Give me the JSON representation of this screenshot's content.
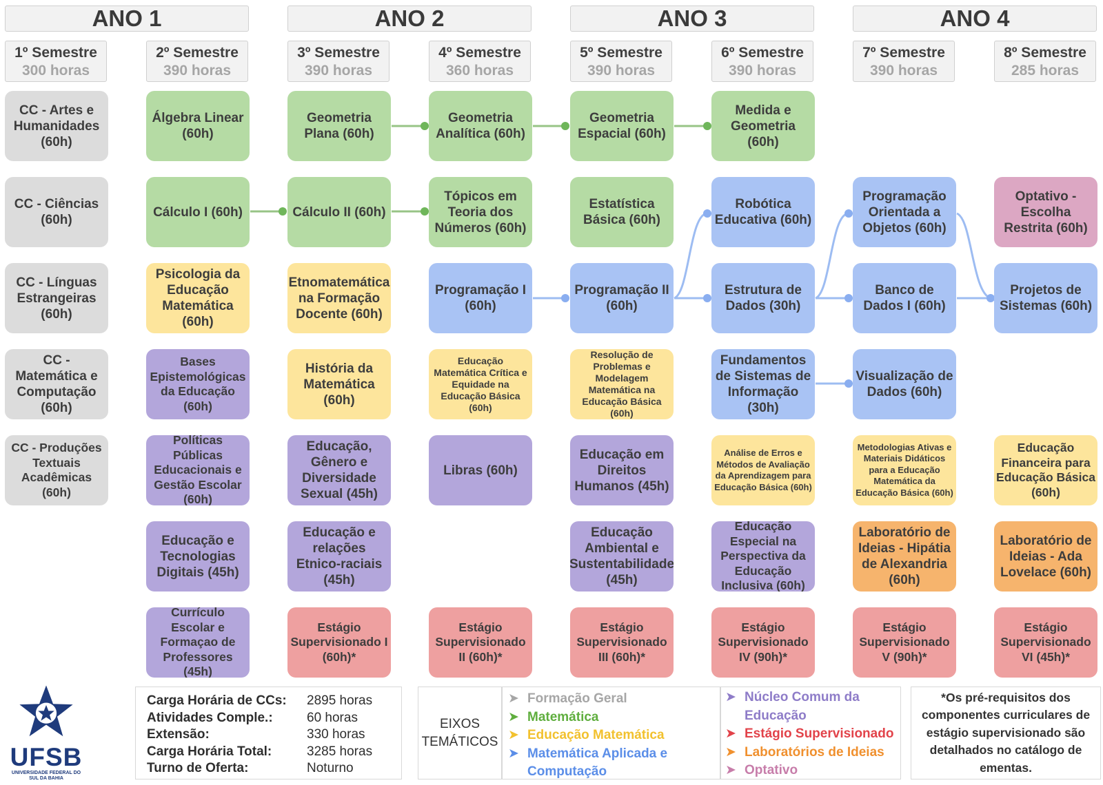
{
  "years": [
    "ANO 1",
    "ANO 2",
    "ANO 3",
    "ANO 4"
  ],
  "semesters": [
    {
      "name": "1º Semestre",
      "hours": "300 horas"
    },
    {
      "name": "2º Semestre",
      "hours": "390 horas"
    },
    {
      "name": "3º Semestre",
      "hours": "390 horas"
    },
    {
      "name": "4º Semestre",
      "hours": "360 horas"
    },
    {
      "name": "5º Semestre",
      "hours": "390 horas"
    },
    {
      "name": "6º Semestre",
      "hours": "390 horas"
    },
    {
      "name": "7º Semestre",
      "hours": "390 horas"
    },
    {
      "name": "8º Semestre",
      "hours": "285 horas"
    }
  ],
  "courses": {
    "s1r1": "CC - Artes e Humanidades (60h)",
    "s1r2": "CC - Ciências (60h)",
    "s1r3": "CC - Línguas Estrangeiras (60h)",
    "s1r4": "CC - Matemática e Computação (60h)",
    "s1r5": "CC - Produções Textuais Acadêmicas (60h)",
    "s2r1": "Álgebra Linear (60h)",
    "s2r2": "Cálculo I (60h)",
    "s2r3": "Psicologia da Educação Matemática (60h)",
    "s2r4": "Bases Epistemológicas da Educação (60h)",
    "s2r5": "Políticas Públicas Educacionais e Gestão Escolar (60h)",
    "s2r6": "Educação e Tecnologias Digitais (45h)",
    "s2r7": "Currículo Escolar e Formaçao de Professores (45h)",
    "s3r1": "Geometria Plana (60h)",
    "s3r2": "Cálculo II (60h)",
    "s3r3": "Etnomatemática na Formação Docente (60h)",
    "s3r4": "História da Matemática (60h)",
    "s3r5": "Educação, Gênero e Diversidade Sexual (45h)",
    "s3r6": "Educação e relações Etnico-raciais (45h)",
    "s3r7": "Estágio Supervisionado I (60h)*",
    "s4r1": "Geometria Analítica (60h)",
    "s4r2": "Tópicos em Teoria dos Números (60h)",
    "s4r3": "Programação I (60h)",
    "s4r4": "Educação Matemática Crítica e Equidade na Educação Básica (60h)",
    "s4r5": "Libras (60h)",
    "s4r7": "Estágio Supervisionado II (60h)*",
    "s5r1": "Geometria Espacial (60h)",
    "s5r2": "Estatística Básica (60h)",
    "s5r3": "Programação II (60h)",
    "s5r4": "Resolução de Problemas e Modelagem Matemática na Educação Básica (60h)",
    "s5r5": "Educação em Direitos Humanos (45h)",
    "s5r6": "Educação Ambiental e Sustentabilidade (45h)",
    "s5r7": "Estágio Supervisionado III (60h)*",
    "s6r1": "Medida e Geometria (60h)",
    "s6r2": "Robótica Educativa (60h)",
    "s6r3": "Estrutura de Dados (30h)",
    "s6r4": "Fundamentos de Sistemas de Informação (30h)",
    "s6r5": "Análise de Erros e Métodos de Avaliação da Aprendizagem para Educação Básica (60h)",
    "s6r6": "Educação Especial na Perspectiva da Educação Inclusiva (60h)",
    "s6r7": "Estágio Supervisionado IV (90h)*",
    "s7r2": "Programação Orientada a Objetos (60h)",
    "s7r3": "Banco de Dados I (60h)",
    "s7r4": "Visualização de Dados (60h)",
    "s7r5": "Metodologias Ativas e Materiais Didáticos para a Educação Matemática da Educação Básica (60h)",
    "s7r6": "Laboratório de Ideias - Hipátia de Alexandria (60h)",
    "s7r7": "Estágio Supervisionado V (90h)*",
    "s8r2": "Optativo - Escolha Restrita (60h)",
    "s8r3": "Projetos de Sistemas (60h)",
    "s8r5": "Educação Financeira para Educação Básica (60h)",
    "s8r6": "Laboratório de Ideias - Ada Lovelace (60h)",
    "s8r7": "Estágio Supervisionado VI (45h)*"
  },
  "summary": [
    {
      "label": "Carga Horária de CCs:",
      "value": "2895 horas"
    },
    {
      "label": "Atividades Comple.:",
      "value": "60 horas"
    },
    {
      "label": "Extensão:",
      "value": "330 horas"
    },
    {
      "label": "Carga Horária Total:",
      "value": "3285 horas"
    },
    {
      "label": "Turno de Oferta:",
      "value": "Noturno"
    }
  ],
  "eixos_title": "EIXOS TEMÁTICOS",
  "legend": [
    {
      "label": "Formação Geral",
      "color": "#a6a6a6"
    },
    {
      "label": "Matemática",
      "color": "#5fae3e"
    },
    {
      "label": "Educação Matemática",
      "color": "#f2c12e"
    },
    {
      "label": "Matemática Aplicada e Computação",
      "color": "#5b8ee8"
    },
    {
      "label": "Núcleo Comum da Educação",
      "color": "#8e7cc8"
    },
    {
      "label": "Estágio Supervisionado",
      "color": "#e2434a"
    },
    {
      "label": "Laboratórios de Ideias",
      "color": "#f0902e"
    },
    {
      "label": "Optativo",
      "color": "#c77daa"
    }
  ],
  "note": "*Os pré-requisitos dos componentes curriculares de estágio supervisionado são detalhados no catálogo de ementas.",
  "logo": {
    "name": "UFSB",
    "subtitle": "UNIVERSIDADE FEDERAL DO SUL DA BAHIA"
  },
  "icons": {
    "arrow": "arrow-icon",
    "logo": "ufsb-star-logo-icon"
  }
}
